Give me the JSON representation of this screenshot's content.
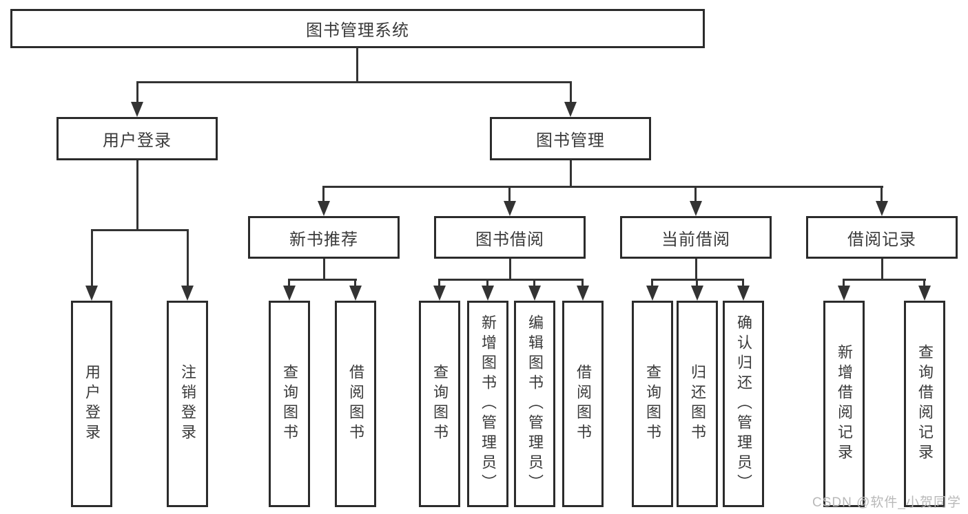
{
  "diagram": {
    "root": {
      "label": "图书管理系统"
    },
    "level1": [
      {
        "label": "用户登录"
      },
      {
        "label": "图书管理"
      }
    ],
    "level2": [
      {
        "label": "新书推荐"
      },
      {
        "label": "图书借阅"
      },
      {
        "label": "当前借阅"
      },
      {
        "label": "借阅记录"
      }
    ],
    "leaves": [
      {
        "label": "用户登录"
      },
      {
        "label": "注销登录"
      },
      {
        "label": "查询图书"
      },
      {
        "label": "借阅图书"
      },
      {
        "label": "查询图书"
      },
      {
        "label": "新增图书（管理员）"
      },
      {
        "label": "编辑图书（管理员）"
      },
      {
        "label": "借阅图书"
      },
      {
        "label": "查询图书"
      },
      {
        "label": "归还图书"
      },
      {
        "label": "确认归还（管理员）"
      },
      {
        "label": "新增借阅记录"
      },
      {
        "label": "查询借阅记录"
      }
    ]
  },
  "watermark": {
    "text": "CSDN @软件_小贺同学"
  },
  "colors": {
    "line": "#333333",
    "box_border": "#2b2b2b",
    "text": "#3a3a3a",
    "watermark": "#b9b9b9",
    "background": "#ffffff"
  }
}
